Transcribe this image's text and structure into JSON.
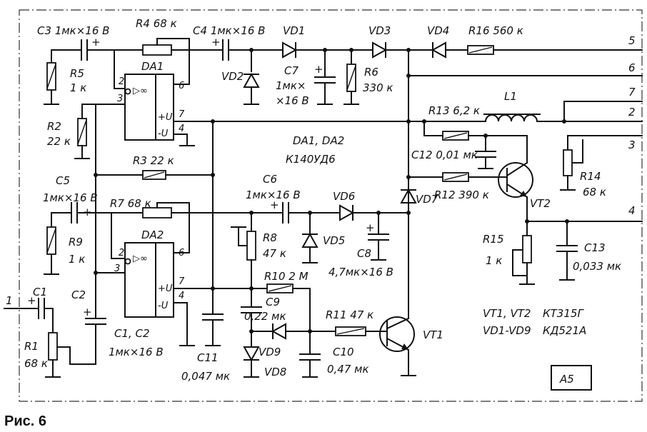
{
  "caption": "Рис. 6",
  "block_label": "A5",
  "chips_note": {
    "line1": "DA1, DA2",
    "line2": "К140УД6"
  },
  "transistor_note": {
    "refs": "VT1, VT2",
    "type": "КТ315Г"
  },
  "diode_note": {
    "refs": "VD1-VD9",
    "type": "КД521А"
  },
  "c1c2_note": {
    "line1": "C1, C2",
    "line2": "1мк×16 В"
  },
  "terminals": [
    "1",
    "2",
    "3",
    "4",
    "5",
    "6",
    "7"
  ],
  "components": {
    "C3": {
      "ref": "C3",
      "value": "1мк×16 В"
    },
    "R4": {
      "ref": "R4",
      "value": "68 к"
    },
    "C4": {
      "ref": "C4",
      "value": "1мк×16 В"
    },
    "VD1": {
      "ref": "VD1"
    },
    "VD3": {
      "ref": "VD3"
    },
    "VD4": {
      "ref": "VD4"
    },
    "R16": {
      "ref": "R16",
      "value": "560 к"
    },
    "R5": {
      "ref": "R5",
      "value": "1 к"
    },
    "DA1": {
      "ref": "DA1"
    },
    "VD2": {
      "ref": "VD2"
    },
    "C7": {
      "ref": "C7",
      "value1": "1мк×",
      "value2": "×16 В"
    },
    "R6": {
      "ref": "R6",
      "value": "330 к"
    },
    "R2": {
      "ref": "R2",
      "value": "22 к"
    },
    "R13": {
      "ref": "R13",
      "value": "6,2 к"
    },
    "L1": {
      "ref": "L1"
    },
    "R3": {
      "ref": "R3",
      "value": "22 к"
    },
    "C12": {
      "ref": "C12",
      "value": "0,01 мк"
    },
    "R14": {
      "ref": "R14",
      "value": "68 к"
    },
    "C5": {
      "ref": "C5",
      "value": "1мк×16 В"
    },
    "C6": {
      "ref": "C6",
      "value": "1мк×16 В"
    },
    "R7": {
      "ref": "R7",
      "value": "68 к"
    },
    "VD6": {
      "ref": "VD6"
    },
    "R12": {
      "ref": "R12",
      "value": "390 к"
    },
    "VT2": {
      "ref": "VT2"
    },
    "VD7": {
      "ref": "VD7"
    },
    "R9": {
      "ref": "R9",
      "value": "1 к"
    },
    "DA2": {
      "ref": "DA2"
    },
    "R8": {
      "ref": "R8",
      "value": "47 к"
    },
    "VD5": {
      "ref": "VD5"
    },
    "C8": {
      "ref": "C8",
      "value": "4,7мк×16 В"
    },
    "R15": {
      "ref": "R15",
      "value": "1 к"
    },
    "C13": {
      "ref": "C13",
      "value": "0,033 мк"
    },
    "R10": {
      "ref": "R10",
      "value": "2 М"
    },
    "C9": {
      "ref": "C9",
      "value": "0,22 мк"
    },
    "R11": {
      "ref": "R11",
      "value": "47 к"
    },
    "VT1": {
      "ref": "VT1"
    },
    "C1": {
      "ref": "C1"
    },
    "C2": {
      "ref": "C2"
    },
    "R1": {
      "ref": "R1",
      "value": "68 к"
    },
    "VD9": {
      "ref": "VD9"
    },
    "C10": {
      "ref": "C10",
      "value": "0,47 мк"
    },
    "C11": {
      "ref": "C11",
      "value": "0,047 мк"
    },
    "VD8": {
      "ref": "VD8"
    }
  },
  "opamp_pins": {
    "in_minus": "2",
    "in_plus": "3",
    "out": "6",
    "vplus": "+U",
    "vminus": "-U",
    "pin7": "7",
    "pin4": "4",
    "sym": "▷∞"
  }
}
